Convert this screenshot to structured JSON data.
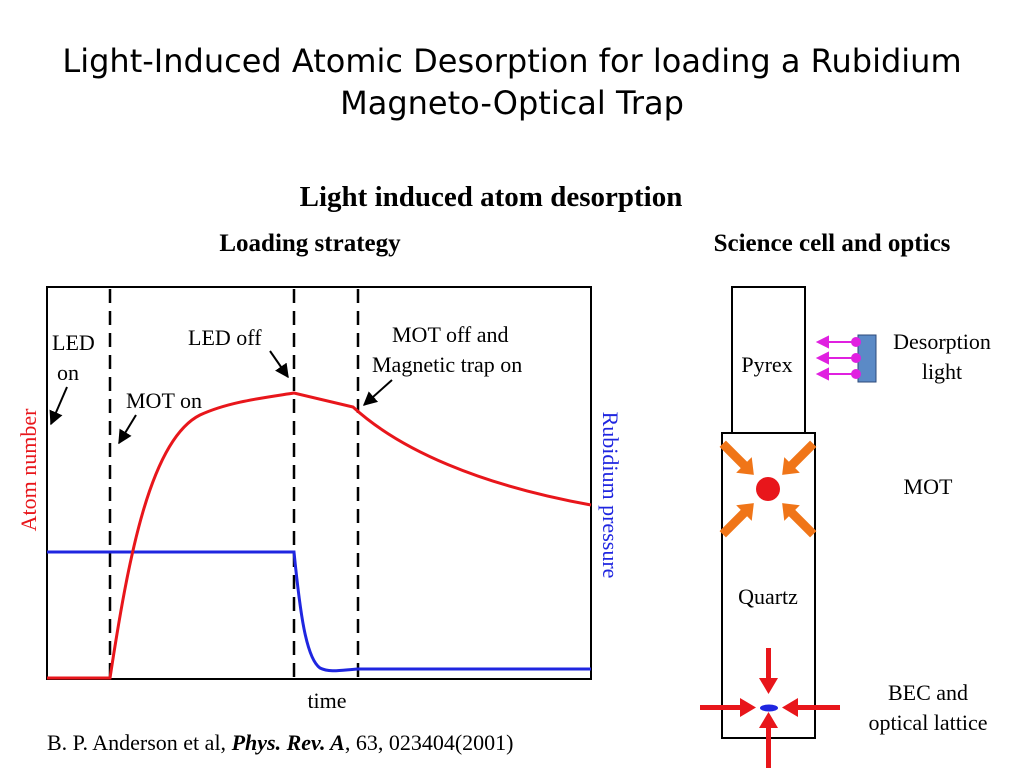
{
  "slide": {
    "title_line1": "Light-Induced Atomic Desorption for loading a Rubidium",
    "title_line2": "Magneto-Optical Trap"
  },
  "figure": {
    "heading": "Light induced atom desorption",
    "left_panel": {
      "heading": "Loading strategy",
      "y_left_label": "Atom number",
      "y_right_label": "Rubidium pressure",
      "x_label": "time",
      "annotations": {
        "led_on_1": "LED",
        "led_on_2": "on",
        "mot_on": "MOT on",
        "led_off": "LED off",
        "mot_off_1": "MOT off and",
        "mot_off_2": "Magnetic trap on"
      },
      "colors": {
        "atom_number": "#e8161b",
        "rubidium_pressure": "#1f26e0"
      }
    },
    "right_panel": {
      "heading": "Science cell and optics",
      "pyrex_label": "Pyrex",
      "quartz_label": "Quartz",
      "desorption_1": "Desorption",
      "desorption_2": "light",
      "mot_label": "MOT",
      "bec_1": "BEC and",
      "bec_2": "optical lattice",
      "colors": {
        "mot_arrows": "#f07518",
        "atom_cloud": "#e8161b",
        "desorption_arrows": "#e020e0",
        "led_block": "#5b8ac6",
        "lattice_arrows": "#e8161b",
        "bec": "#1f26e0"
      }
    },
    "citation": {
      "authors": "B. P. Anderson et al, ",
      "journal": "Phys. Rev. A",
      "rest": ", 63, 023404(2001)"
    }
  }
}
